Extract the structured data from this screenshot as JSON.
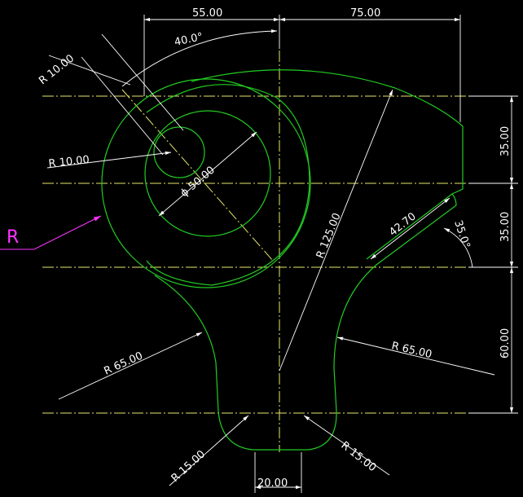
{
  "colors": {
    "background": "#000000",
    "geometry": "#22cc22",
    "centerlines": "#e8e86a",
    "dimensions": "#ffffff",
    "marker": "#ff33ff"
  },
  "dimensions": {
    "top_left": "55.00",
    "top_right": "75.00",
    "right_upper": "35.00",
    "right_middle": "35.00",
    "right_lower": "60.00",
    "bottom_width": "20.00",
    "angle_top": "40.0°",
    "angle_right": "35.0°",
    "slot_radius": "R 10.00",
    "slot_end_radius": "R 10.00",
    "hole_diameter": "ϕ 50.00",
    "large_radius": "R 125.00",
    "slot_length": "42.70",
    "left_fillet": "R 65.00",
    "right_fillet": "R 65.00",
    "bottom_left_fillet": "R 15.00",
    "bottom_right_fillet": "R 15.00"
  },
  "marker_label": "R"
}
